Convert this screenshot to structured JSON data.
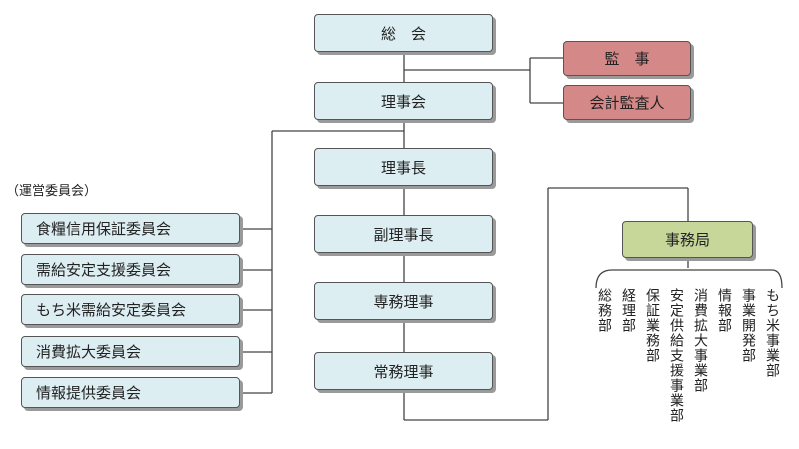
{
  "center": [
    {
      "label": "総　会"
    },
    {
      "label": "理事会"
    },
    {
      "label": "理事長"
    },
    {
      "label": "副理事長"
    },
    {
      "label": "専務理事"
    },
    {
      "label": "常務理事"
    }
  ],
  "audit": [
    {
      "label": "監　事"
    },
    {
      "label": "会計監査人"
    }
  ],
  "committee_caption": "（運営委員会）",
  "committees": [
    {
      "label": "食糧信用保証委員会"
    },
    {
      "label": "需給安定支援委員会"
    },
    {
      "label": "もち米需給安定委員会"
    },
    {
      "label": "消費拡大委員会"
    },
    {
      "label": "情報提供委員会"
    }
  ],
  "secretariat": {
    "label": "事務局"
  },
  "departments": [
    {
      "label": "総務部"
    },
    {
      "label": "経理部"
    },
    {
      "label": "保証業務部"
    },
    {
      "label": "安定供給支援事業部"
    },
    {
      "label": "消費拡大事業部"
    },
    {
      "label": "情報部"
    },
    {
      "label": "事業開発部"
    },
    {
      "label": "もち米事業部"
    }
  ],
  "colors": {
    "center_fill": "#ddeef3",
    "audit_fill": "#d48888",
    "secretariat_fill": "#c7d79a",
    "line": "#444444"
  }
}
